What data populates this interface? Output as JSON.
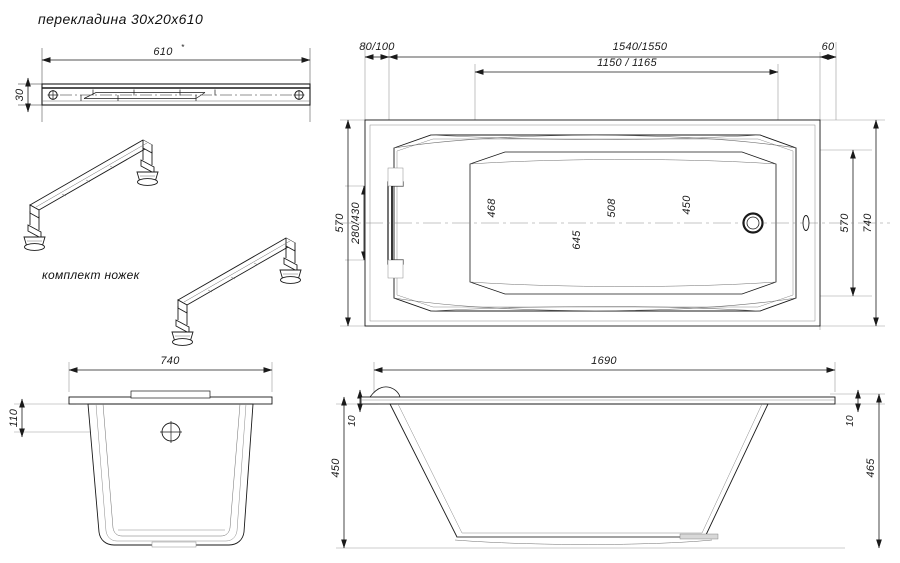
{
  "drawing": {
    "title": "Bathtub technical drawing",
    "line_color": "#1a1a1a",
    "thin_color": "#6e6e6e",
    "bg_color": "#ffffff"
  },
  "crossbar_view": {
    "title": "перекладина 30x20x610",
    "length_label": "610",
    "length_note": "*",
    "height_label": "30"
  },
  "legs_view": {
    "label": "комплект ножек"
  },
  "plan_view": {
    "dim_left_offset": "80/100",
    "dim_overall_length": "1540/1550",
    "dim_inner_length": "1150 / 1165",
    "dim_right_offset": "60",
    "dim_left_width": "570",
    "dim_drain_zone": "280/430",
    "dim_inner_a": "468",
    "dim_inner_b": "645",
    "dim_inner_c": "508",
    "dim_inner_d": "450",
    "dim_right_inner": "570",
    "dim_right_outer": "740",
    "drain_icon": "drain-hole-icon",
    "overflow_icon": "overflow-slot-icon"
  },
  "end_view": {
    "dim_width": "740",
    "dim_rim_height": "110",
    "drain_icon": "center-drain-cross-icon"
  },
  "side_view": {
    "dim_length": "1690",
    "dim_rim_left": "10",
    "dim_rim_right": "10",
    "dim_depth": "450",
    "dim_total_height": "465"
  }
}
